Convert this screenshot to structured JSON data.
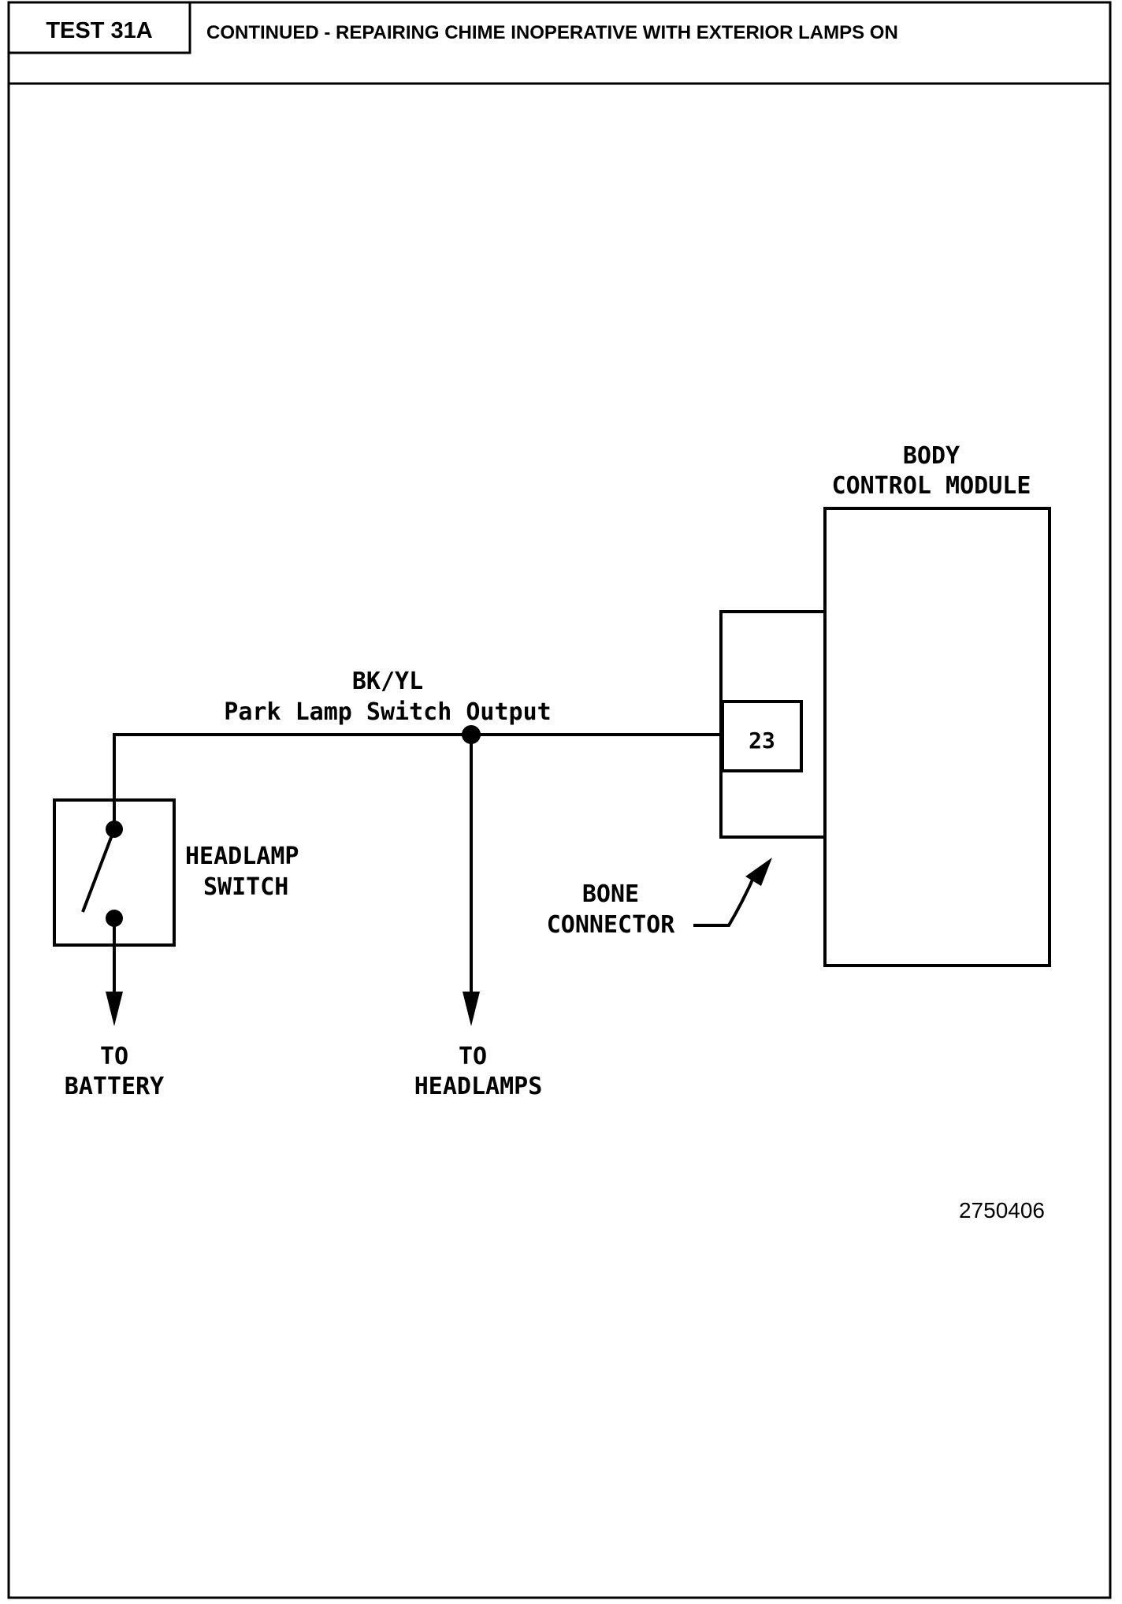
{
  "header": {
    "test_id": "TEST 31A",
    "title": "CONTINUED - REPAIRING CHIME INOPERATIVE WITH EXTERIOR LAMPS ON"
  },
  "diagram": {
    "module_label_line1": "BODY",
    "module_label_line2": "CONTROL MODULE",
    "wire_color": "BK/YL",
    "wire_name": "Park Lamp Switch Output",
    "pin_number": "23",
    "switch_label_line1": "HEADLAMP",
    "switch_label_line2": "SWITCH",
    "connector_label_line1": "BONE",
    "connector_label_line2": "CONNECTOR",
    "battery_label_line1": "TO",
    "battery_label_line2": "BATTERY",
    "headlamps_label_line1": "TO",
    "headlamps_label_line2": "HEADLAMPS",
    "figure_number": "2750406"
  }
}
